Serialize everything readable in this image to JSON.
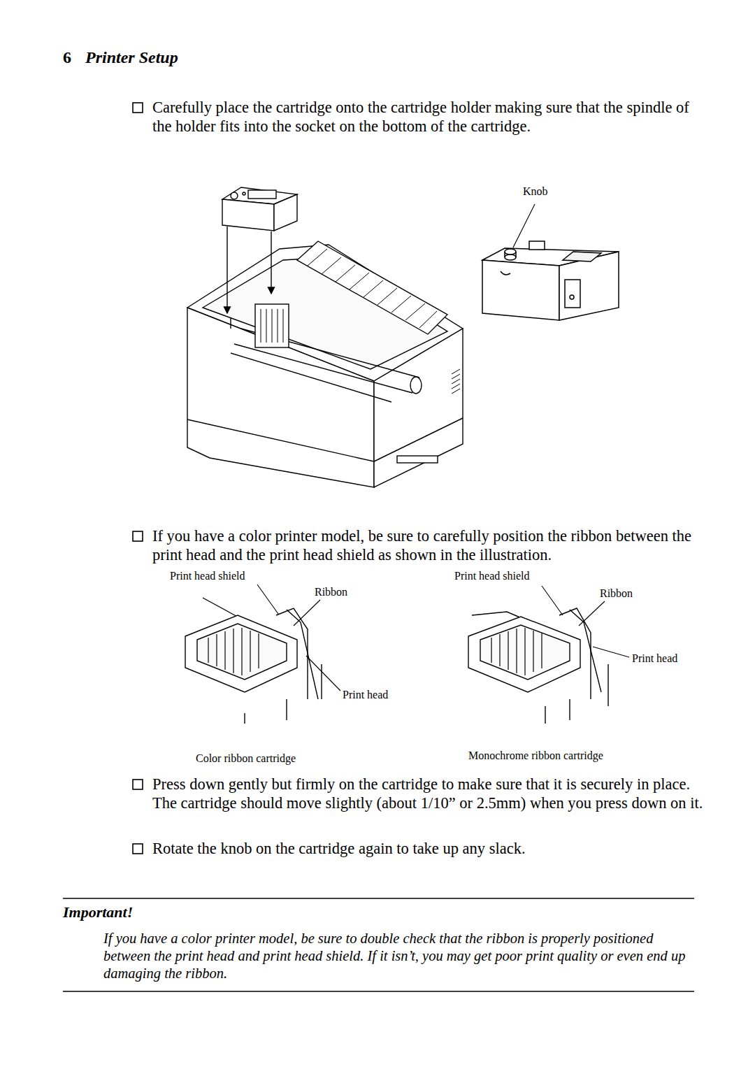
{
  "diagram": {
    "title": "Printer Setup",
    "labels": [
      "6",
      "Carefully place the cartridge onto the cartridge holder making sure that the spindle of the holder fits into the socket on the bottom of the cartridge.",
      "Knob",
      "If you have a color printer model, be sure to carefully position the ribbon between the print head and the print head shield as shown in the illustration.",
      "Print head shield",
      "Ribbon",
      "Print head",
      "Color ribbon cartridge",
      "Print head shield",
      "Ribbon",
      "Print head",
      "Monochrome ribbon cartridge",
      "Press down gently but firmly on the cartridge to make sure that it is securely in place. The cartridge should move slightly (about 1/10” or 2.5mm) when you press down on it.",
      "Rotate the knob on the cartridge again to take up any slack.",
      "Important!",
      "If you have a color printer model, be sure to double check that the ribbon is properly positioned between the print head and print head shield. If it isn’t, you may get poor print quality or even end up damaging the ribbon."
    ]
  }
}
